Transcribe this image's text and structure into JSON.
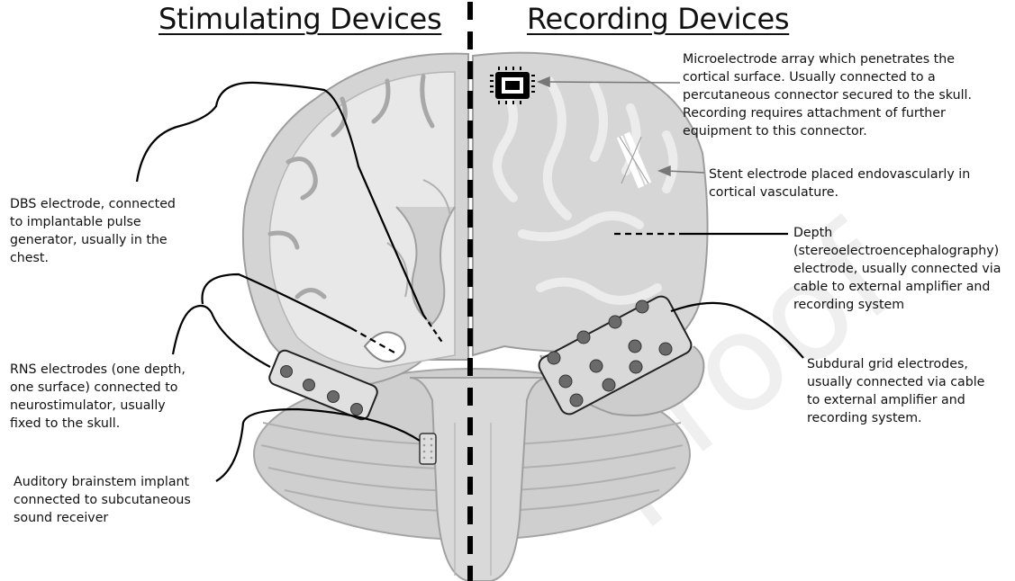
{
  "headings": {
    "left": "Stimulating Devices",
    "right": "Recording Devices"
  },
  "labels": {
    "dbs": "DBS electrode, connected\nto implantable pulse\ngenerator, usually in the\nchest.",
    "rns": "RNS electrodes (one depth,\none surface) connected to\nneurostimulator, usually\nfixed to the skull.",
    "abi": "Auditory brainstem implant\nconnected to subcutaneous\nsound receiver",
    "micro": "Microelectrode array which penetrates the\ncortical surface.  Usually connected to a\npercutaneous connector secured to the skull.\nRecording requires attachment of further\nequipment to this connector.",
    "stent": "Stent electrode placed endovascularly in\ncortical vasculature.",
    "depth": "Depth\n(stereoelectroencephalography)\nelectrode, usually connected via\ncable to external amplifier and\nrecording system",
    "grid": "Subdural grid electrodes,\nusually connected via cable\nto external amplifier and\nrecording system."
  },
  "watermark": "proof",
  "colors": {
    "brain_fill": "#d6d6d6",
    "brain_light": "#e6e6e6",
    "brain_dark": "#9a9a9a",
    "line": "#000000",
    "electrode": "#6a6a6a"
  },
  "icons": {
    "microelectrode": "chip-icon",
    "stent": "mesh-stent-icon",
    "abi": "dotted-pad-icon"
  }
}
